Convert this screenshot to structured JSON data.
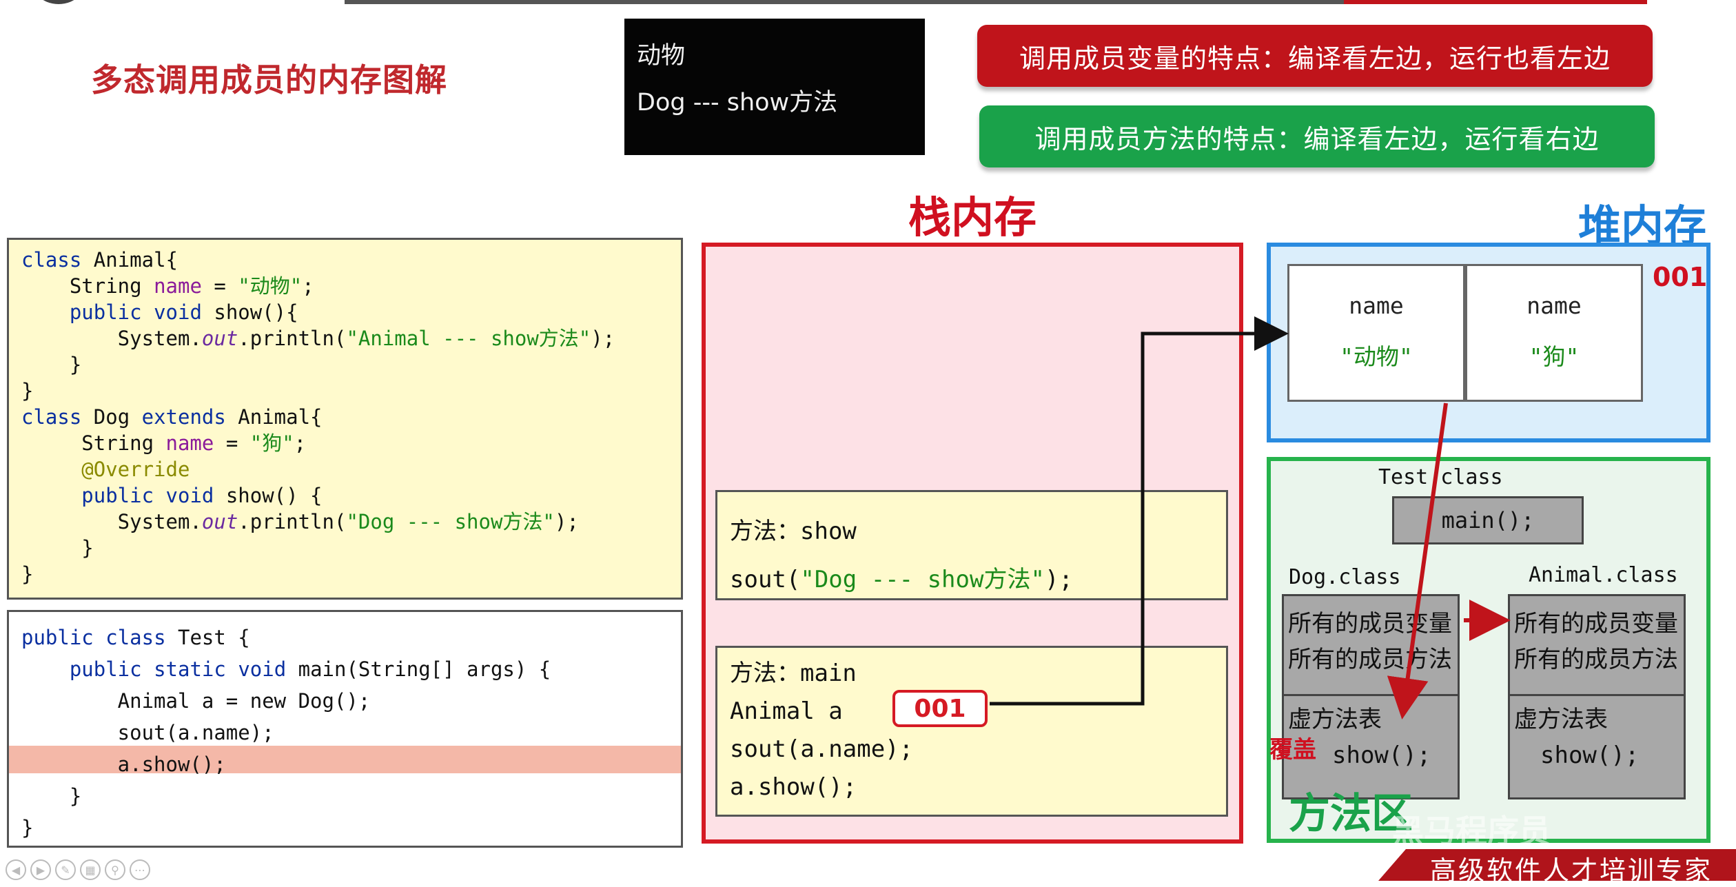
{
  "page_title": "多态调用成员的内存图解",
  "console": {
    "line1": "动物",
    "line2": "Dog --- show方法"
  },
  "banners": {
    "field_rule": "调用成员变量的特点：编译看左边，运行也看左边",
    "method_rule": "调用成员方法的特点：编译看左边，运行看右边"
  },
  "code_top": {
    "l1": [
      "class",
      " Animal{"
    ],
    "l2": [
      "    String ",
      "name",
      " = ",
      "\"动物\"",
      ";"
    ],
    "l3": [
      "    public",
      " ",
      "void",
      " show(){"
    ],
    "l4": [
      "        System.",
      "out",
      ".println(",
      "\"Animal --- show方法\"",
      ");"
    ],
    "l5": "    }",
    "l6": "}",
    "l7": [
      "class",
      " Dog ",
      "extends",
      " Animal{"
    ],
    "l8": [
      "     String ",
      "name",
      " = ",
      "\"狗\"",
      ";"
    ],
    "l9": "     @Override",
    "l10": [
      "     public",
      " ",
      "void",
      " show() {"
    ],
    "l11": [
      "        System.",
      "out",
      ".println(",
      "\"Dog --- show方法\"",
      ");"
    ],
    "l12": "     }",
    "l13": "}"
  },
  "code_bottom": {
    "l1": [
      "public",
      " ",
      "class",
      " Test {"
    ],
    "l2": [
      "    public",
      " ",
      "static",
      " ",
      "void",
      " main(String[] args) {"
    ],
    "l3": "        Animal a = new Dog();",
    "l4": "        sout(a.name);",
    "l5": "        a.show();",
    "l6": "    }",
    "l7": "}"
  },
  "stack": {
    "title": "栈内存",
    "frame_show": {
      "l1": "方法：show",
      "l2a": "sout(",
      "l2b": "\"Dog --- show方法\"",
      "l2c": ");"
    },
    "frame_main": {
      "l1": "方法：main",
      "l2": "Animal a",
      "ref": "001",
      "l3": "sout(a.name);",
      "l4": "a.show();"
    }
  },
  "heap": {
    "title": "堆内存",
    "address": "001",
    "cells": [
      {
        "name": "name",
        "value": "\"动物\""
      },
      {
        "name": "name",
        "value": "\"狗\""
      }
    ]
  },
  "method_area": {
    "title": "方法区",
    "test_class": "Test class",
    "main": "main();",
    "dog_class": "Dog.class",
    "animal_class": "Animal.class",
    "members_vars": "所有的成员变量",
    "members_methods": "所有的成员方法",
    "vtable": "虚方法表",
    "dog_show": "show();",
    "animal_show": "show();",
    "override": "覆盖"
  },
  "watermark": "黑马程序员",
  "footer": "高级软件人才培训专家",
  "colors": {
    "red": "#d51a24",
    "green": "#1aa24a",
    "blue": "#2a8be0",
    "code_bg": "#fffacd"
  }
}
